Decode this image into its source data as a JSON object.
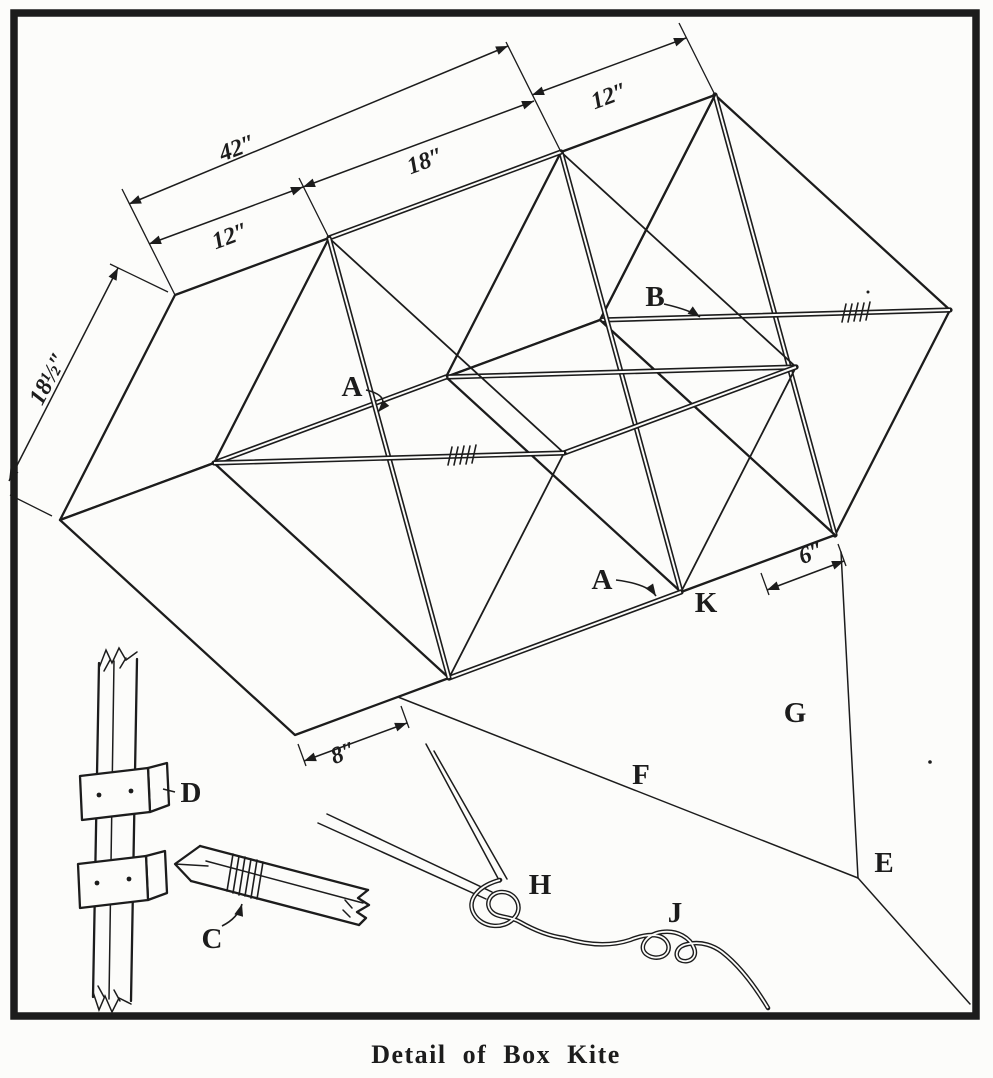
{
  "figure": {
    "caption": "Detail of Box Kite",
    "ink_color": "#1c1c1c",
    "paper_color": "#fcfcfa",
    "dimensions": {
      "total_length": "42″",
      "middle_section": "18″",
      "left_cell": "12″",
      "right_cell": "12″",
      "cell_height": "18½″",
      "front_bridle_offset": "8″",
      "rear_bridle_offset": "6″"
    },
    "labels": {
      "a_mid": "A",
      "a_rear": "A",
      "b": "B",
      "c": "C",
      "d": "D",
      "e": "E",
      "f": "F",
      "g": "G",
      "h": "H",
      "j": "J",
      "k": "K"
    }
  }
}
